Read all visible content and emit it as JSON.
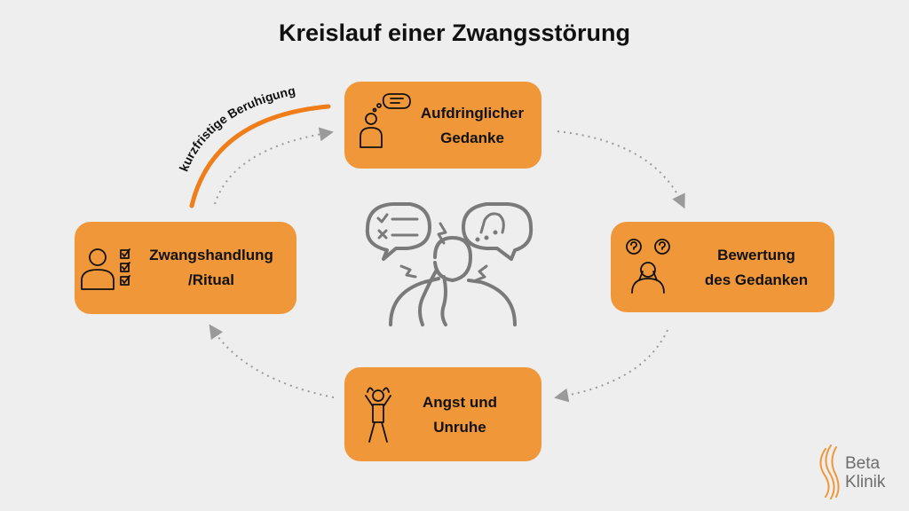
{
  "title": "Kreislauf einer Zwangsstörung",
  "nodes": {
    "top": {
      "line1": "Aufdringlicher",
      "line2": "Gedanke"
    },
    "right": {
      "line1": "Bewertung",
      "line2": "des Gedanken"
    },
    "bottom": {
      "line1": "Angst und",
      "line2": "Unruhe"
    },
    "left": {
      "line1": "Zwangshandlung",
      "line2": "/Ritual"
    }
  },
  "arc_label": "kurzfristige Beruhigung",
  "logo": {
    "line1": "Beta",
    "line2": "Klinik"
  },
  "colors": {
    "background": "#eeeeee",
    "box": "#f0973a",
    "arc": "#ef7d1a",
    "icon_gray": "#7a7a7a",
    "arrow": "#9a9a9a"
  }
}
